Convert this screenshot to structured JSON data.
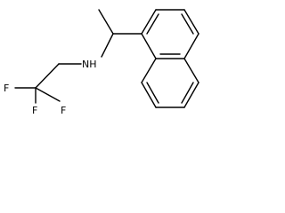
{
  "structure": {
    "atoms": {
      "amine": "NH",
      "fluorine_1": "F",
      "fluorine_2": "F",
      "fluorine_3": "F"
    },
    "colors": {
      "bond": "#000000",
      "text": "#000000",
      "background": "#ffffff"
    }
  }
}
